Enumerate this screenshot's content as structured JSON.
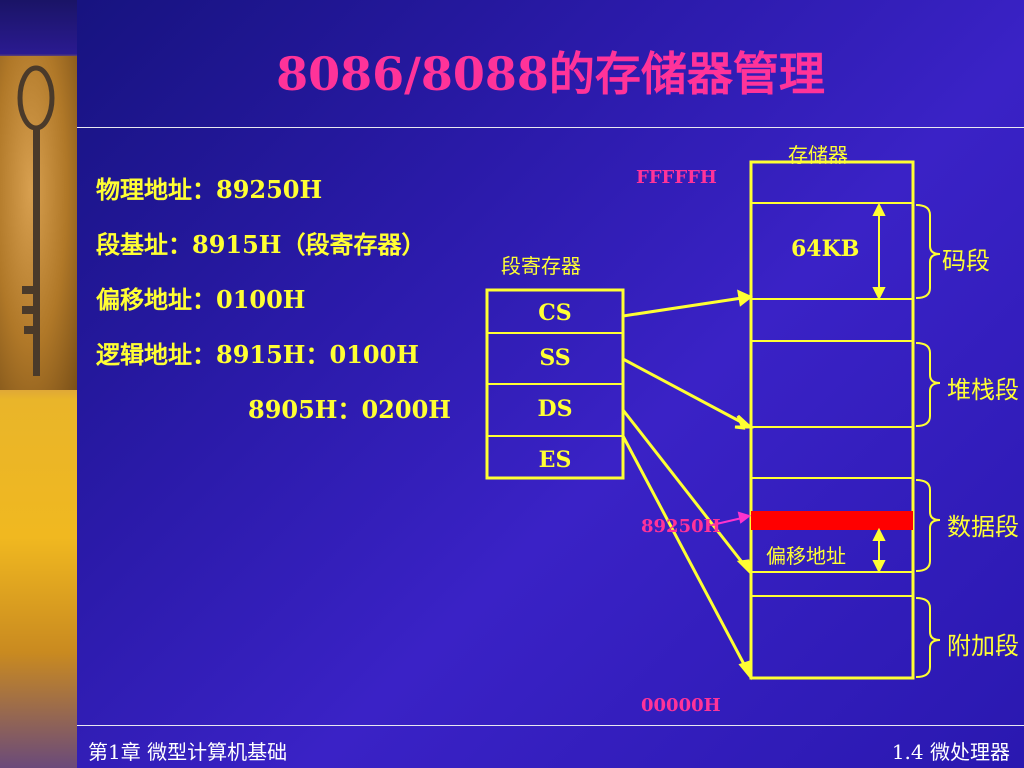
{
  "title": "8086/8088的存储器管理",
  "left": {
    "line1": "物理地址：89250H",
    "line2": "段基址：8915H（段寄存器）",
    "line3": "偏移地址：0100H",
    "line4": "逻辑地址：8915H：0100H",
    "line5": "8905H：0200H"
  },
  "diagram": {
    "memory_label": "存储器",
    "seg_reg_label": "段寄存器",
    "top_address": "FFFFFH",
    "bottom_address": "00000H",
    "phys_address": "89250H",
    "size_label": "64KB",
    "offset_label": "偏移地址",
    "registers": [
      "CS",
      "SS",
      "DS",
      "ES"
    ],
    "segments": {
      "code": "码段",
      "stack": "堆栈段",
      "data": "数据段",
      "extra": "附加段"
    }
  },
  "footer": {
    "chapter": "第1章  微型计算机基础",
    "section": "1.4  微处理器"
  },
  "colors": {
    "title": "#ff3399",
    "text": "#ffff33",
    "address": "#ff3399",
    "highlight": "#ff0000",
    "lines": "#ffff33"
  }
}
